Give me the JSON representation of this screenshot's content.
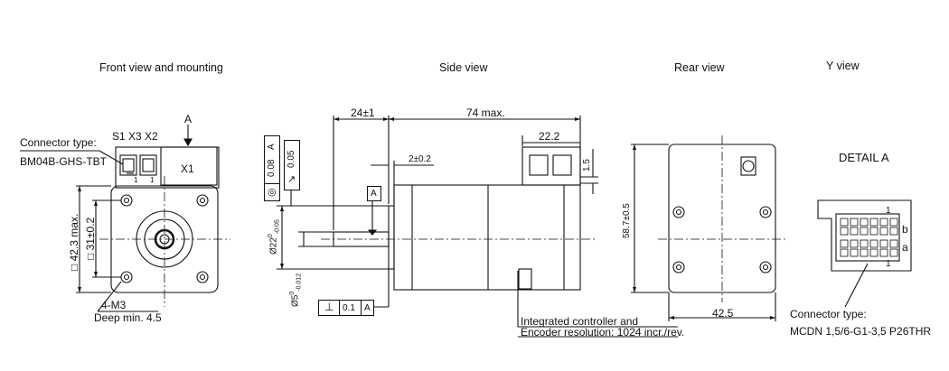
{
  "views": {
    "front": "Front view and mounting",
    "side": "Side view",
    "rear": "Rear view",
    "y": "Y view"
  },
  "front": {
    "switch_labels": "S1 X3 X2",
    "view_arrow": "A",
    "x1": "X1",
    "connector_label": "Connector type:",
    "connector_value": "BM04B-GHS-TBT",
    "pin1a": "1",
    "pin1b": "1",
    "dim_height": "42.3 max.",
    "dim_hole": "31±0.2",
    "holes": "4-M3",
    "depth": "Deep min. 4.5"
  },
  "side": {
    "dim_shaft_len": "24±1",
    "dim_total": "74 max.",
    "dim_conn_width": "22.2",
    "dim_flange": "2±0.2",
    "dim_conn_offset": "1.5",
    "gdt_runout": "0.05",
    "gdt_coax_val": "0.08",
    "gdt_coax_ref": "A",
    "datum": "A",
    "dim_pilot": "Ø22",
    "dim_pilot_tol_up": "0",
    "dim_pilot_tol_low": "-0.05",
    "dim_shaft": "Ø5",
    "dim_shaft_tol_up": "0",
    "dim_shaft_tol_low": "-0.012",
    "gdt_perp_val": "0.1",
    "gdt_perp_ref": "A",
    "note_line1": "Integrated controller and",
    "note_line2": "Encoder resolution: 1024 incr./rev."
  },
  "rear": {
    "dim_height": "58.7±0.5",
    "dim_width": "42.5"
  },
  "detail": {
    "title": "DETAIL A",
    "row_b": "b",
    "row_a": "a",
    "pin1_top": "1",
    "pin1_bottom": "1",
    "connector_label": "Connector type:",
    "connector_value": "MCDN 1,5/6-G1-3,5  P26THR"
  }
}
